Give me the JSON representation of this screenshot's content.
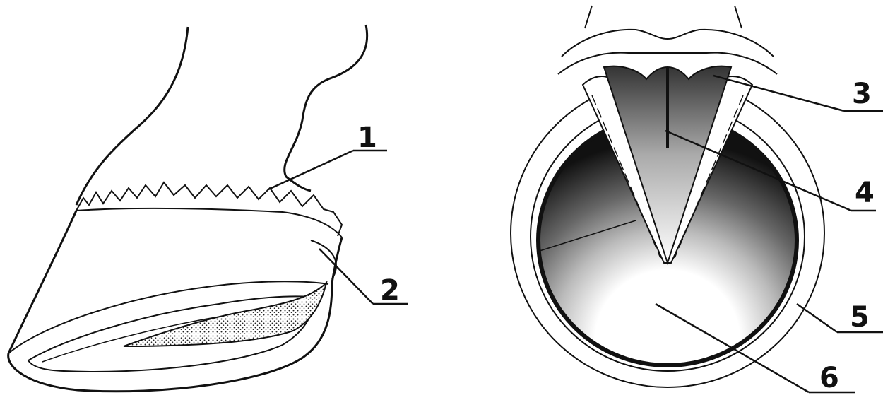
{
  "figure": {
    "left_view": {
      "labels": [
        {
          "id": "1",
          "text": "1"
        },
        {
          "id": "2",
          "text": "2"
        }
      ]
    },
    "right_view": {
      "labels": [
        {
          "id": "3",
          "text": "3"
        },
        {
          "id": "4",
          "text": "4"
        },
        {
          "id": "5",
          "text": "5"
        },
        {
          "id": "6",
          "text": "6"
        }
      ]
    }
  },
  "colors": {
    "ink": "#111111",
    "background": "#ffffff"
  }
}
